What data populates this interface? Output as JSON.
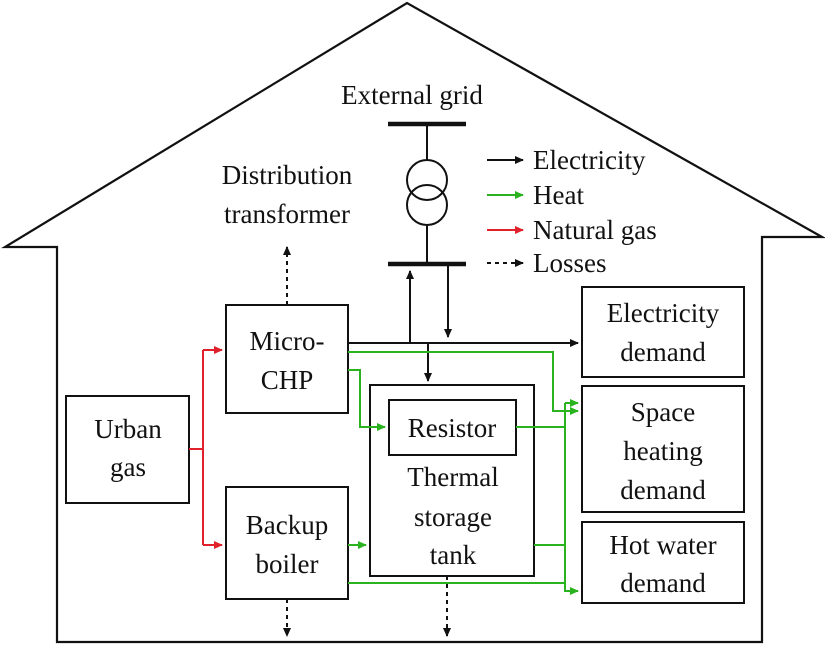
{
  "colors": {
    "electricity": "#111111",
    "heat": "#2bb31f",
    "natural_gas": "#e0202a",
    "losses": "#111111"
  },
  "labels": {
    "external_grid": "External grid",
    "distribution_transformer": [
      "Distribution",
      "transformer"
    ]
  },
  "legend": {
    "items": [
      {
        "key": "electricity",
        "label": "Electricity"
      },
      {
        "key": "heat",
        "label": "Heat"
      },
      {
        "key": "natural_gas",
        "label": "Natural gas"
      },
      {
        "key": "losses",
        "label": "Losses"
      }
    ]
  },
  "nodes": {
    "urban_gas": [
      "Urban",
      "gas"
    ],
    "micro_chp": [
      "Micro-",
      "CHP"
    ],
    "backup_boiler": [
      "Backup",
      "boiler"
    ],
    "resistor": [
      "Resistor"
    ],
    "thermal_storage_tank": [
      "Thermal",
      "storage",
      "tank"
    ],
    "electricity_demand": [
      "Electricity",
      "demand"
    ],
    "space_heating_demand": [
      "Space",
      "heating",
      "demand"
    ],
    "hot_water_demand": [
      "Hot water",
      "demand"
    ]
  }
}
